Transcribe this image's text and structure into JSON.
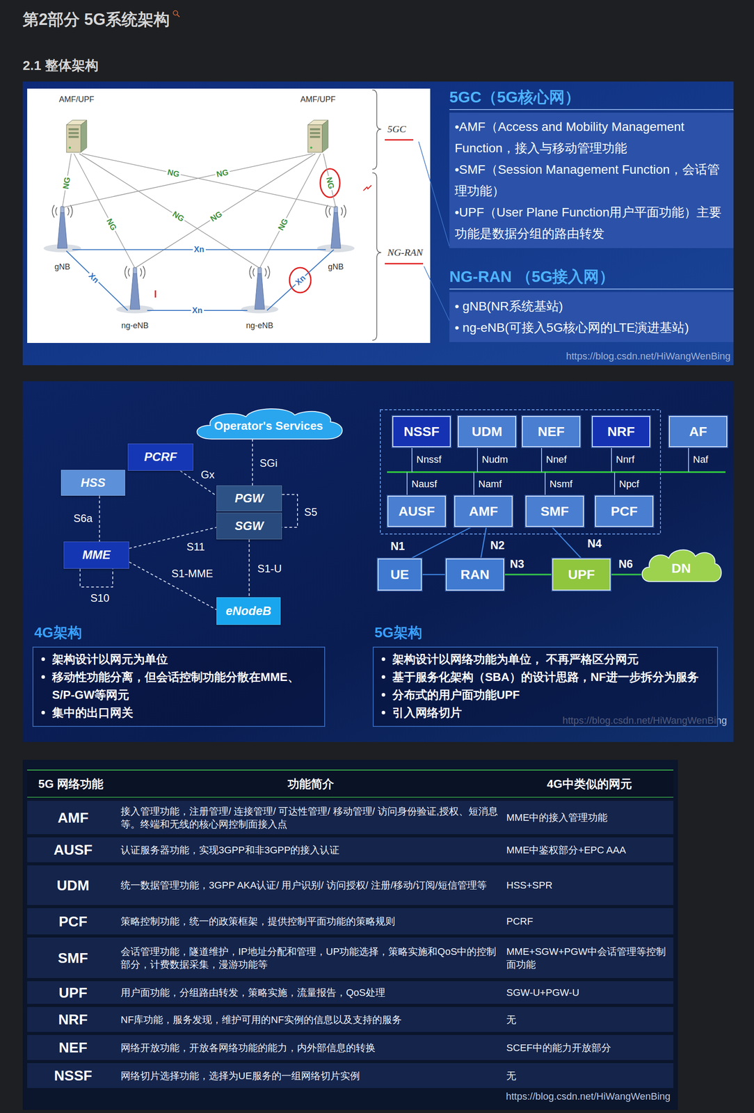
{
  "diagram": {
    "title": "第2部分 5G系统架构",
    "nodes": [
      {
        "text": [
          "AMF/UPF"
        ]
      },
      {
        "text": [
          "AMF/UPF"
        ]
      },
      {
        "text": [
          "gNB"
        ]
      },
      {
        "text": [
          "gNB"
        ]
      },
      {
        "text": [
          "ng-eNB"
        ]
      },
      {
        "text": [
          "ng-eNB"
        ]
      },
      {
        "text": [
          "5GC（5G核心网）",
          "•AMF（Access and Mobility Management Function，接入与移动管理功能",
          "•SMF（Session Management Function，会话管理功能）",
          "•UPF（User Plane Function用户平面功能）主要功能是数据分组的路由转发"
        ]
      },
      {
        "text": [
          "NG-RAN （5G接入网）",
          "• gNB(NR系统基站)",
          "• ng-eNB(可接入5G核心网的LTE演进基站)"
        ]
      },
      {
        "text": [
          "Operator's Services"
        ]
      },
      {
        "text": [
          "PCRF"
        ]
      },
      {
        "text": [
          "HSS"
        ]
      },
      {
        "text": [
          "PGW"
        ]
      },
      {
        "text": [
          "SGW"
        ]
      },
      {
        "text": [
          "MME"
        ]
      },
      {
        "text": [
          "eNodeB"
        ]
      },
      {
        "text": [
          "NSSF"
        ]
      },
      {
        "text": [
          "UDM"
        ]
      },
      {
        "text": [
          "NEF"
        ]
      },
      {
        "text": [
          "NRF"
        ]
      },
      {
        "text": [
          "AF"
        ]
      },
      {
        "text": [
          "AUSF"
        ]
      },
      {
        "text": [
          "AMF"
        ]
      },
      {
        "text": [
          "SMF"
        ]
      },
      {
        "text": [
          "PCF"
        ]
      },
      {
        "text": [
          "UE"
        ]
      },
      {
        "text": [
          "RAN"
        ]
      },
      {
        "text": [
          "UPF"
        ]
      },
      {
        "text": [
          "DN"
        ]
      },
      {
        "text": [
          "4G架构",
          "架构设计以网元为单位",
          "移动性功能分离，但会话控制功能分散在MME、S/P-GW等网元",
          "集中的出口网关"
        ]
      },
      {
        "text": [
          "5G架构",
          "架构设计以网络功能为单位， 不再严格区分网元",
          "基于服务化架构（SBA）的设计思路，NF进一步拆分为服务",
          "分布式的用户面功能UPF",
          "引入网络切片"
        ]
      }
    ],
    "edges": [
      {
        "from": 0,
        "to": 2,
        "label": "NG",
        "arrow": "none"
      },
      {
        "from": 0,
        "to": 4,
        "label": "NG",
        "arrow": "none"
      },
      {
        "from": 0,
        "to": 5,
        "label": "NG",
        "arrow": "none"
      },
      {
        "from": 0,
        "to": 3,
        "label": "NG",
        "arrow": "none"
      },
      {
        "from": 1,
        "to": 3,
        "label": "NG",
        "arrow": "none"
      },
      {
        "from": 1,
        "to": 5,
        "label": "NG",
        "arrow": "none"
      },
      {
        "from": 1,
        "to": 4,
        "label": "NG",
        "arrow": "none"
      },
      {
        "from": 1,
        "to": 2,
        "label": "NG",
        "arrow": "none"
      },
      {
        "from": 2,
        "to": 3,
        "label": "Xn",
        "arrow": "none"
      },
      {
        "from": 2,
        "to": 4,
        "label": "Xn",
        "arrow": "none"
      },
      {
        "from": 4,
        "to": 5,
        "label": "Xn",
        "arrow": "none"
      },
      {
        "from": 5,
        "to": 3,
        "label": "Xn",
        "arrow": "none"
      },
      {
        "from": 8,
        "to": 11,
        "label": "SGi",
        "arrow": "none"
      },
      {
        "from": 9,
        "to": 11,
        "label": "Gx",
        "arrow": "none"
      },
      {
        "from": 11,
        "to": 12,
        "label": "S5",
        "arrow": "none"
      },
      {
        "from": 10,
        "to": 13,
        "label": "S6a",
        "arrow": "none"
      },
      {
        "from": 13,
        "to": 12,
        "label": "S11",
        "arrow": "none"
      },
      {
        "from": 13,
        "to": 14,
        "label": "S1-MME",
        "arrow": "none"
      },
      {
        "from": 12,
        "to": 14,
        "label": "S1-U",
        "arrow": "none"
      },
      {
        "from": 13,
        "to": 13,
        "label": "S10",
        "arrow": "none"
      },
      {
        "from": 21,
        "to": 24,
        "label": "N1",
        "arrow": "none"
      },
      {
        "from": 21,
        "to": 25,
        "label": "N2",
        "arrow": "none"
      },
      {
        "from": 24,
        "to": 25,
        "arrow": "none"
      },
      {
        "from": 25,
        "to": 26,
        "label": "N3",
        "arrow": "none"
      },
      {
        "from": 22,
        "to": 26,
        "label": "N4",
        "arrow": "none"
      },
      {
        "from": 26,
        "to": 27,
        "label": "N6",
        "arrow": "none"
      }
    ],
    "labels": [
      "2.1 整体架构",
      "5GC",
      "NG-RAN",
      "https://blog.csdn.net/HiWangWenBing",
      "Nnssf",
      "Nudm",
      "Nnef",
      "Nnrf",
      "Naf",
      "Nausf",
      "Namf",
      "Nsmf",
      "Npcf",
      "https://blog.csdn.net/HiWangWenBing",
      "5G 网络功能",
      "功能简介",
      "4G中类似的网元",
      "AMF",
      "接入管理功能，注册管理/ 连接管理/ 可达性管理/ 移动管理/ 访问身份验证,授权、短消息等。终端和无线的核心网控制面接入点",
      "MME中的接入管理功能",
      "AUSF",
      "认证服务器功能，实现3GPP和非3GPP的接入认证",
      "MME中鉴权部分+EPC AAA",
      "UDM",
      "统一数据管理功能，3GPP AKA认证/ 用户识别/ 访问授权/ 注册/移动/订阅/短信管理等",
      "HSS+SPR",
      "PCF",
      "策略控制功能，统一的政策框架，提供控制平面功能的策略规则",
      "PCRF",
      "SMF",
      "会话管理功能，隧道维护，IP地址分配和管理，UP功能选择，策略实施和QoS中的控制部分，计费数据采集，漫游功能等",
      "MME+SGW+PGW中会话管理等控制面功能",
      "UPF",
      "用户面功能，分组路由转发，策略实施，流量报告，QoS处理",
      "SGW-U+PGW-U",
      "NRF",
      "NF库功能，服务发现，维护可用的NF实例的信息以及支持的服务",
      "无",
      "NEF",
      "网络开放功能，开放各网络功能的能力，内外部信息的转换",
      "SCEF中的能力开放部分",
      "NSSF",
      "网络切片选择功能，选择为UE服务的一组网络切片实例",
      "无",
      "https://blog.csdn.net/HiWangWenBing"
    ]
  }
}
